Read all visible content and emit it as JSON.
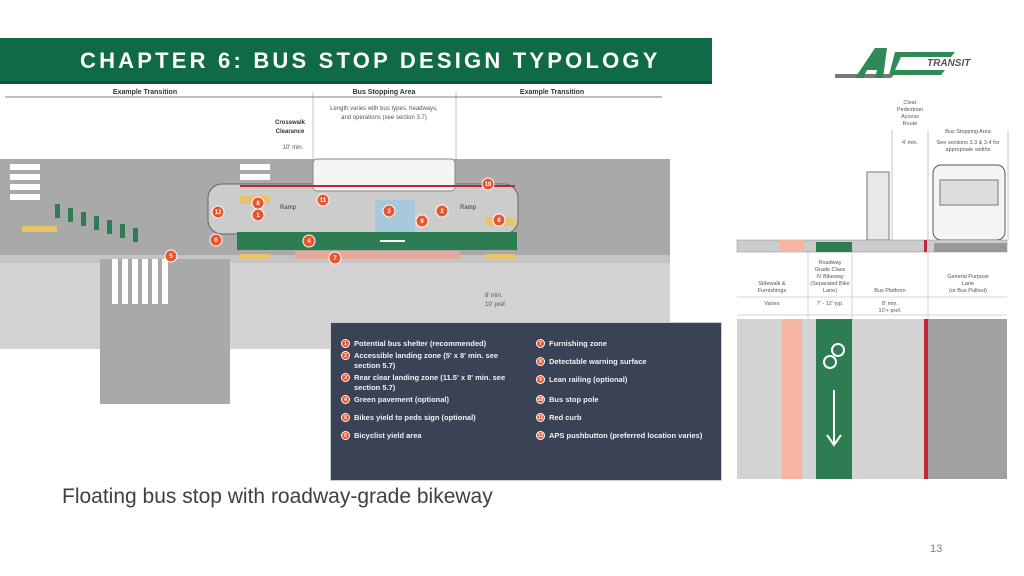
{
  "title": "CHAPTER 6: BUS STOP DESIGN TYPOLOGY",
  "logo_text": "TRANSIT",
  "logo_letters": "AC",
  "plan": {
    "example_transition_left": "Example Transition",
    "bus_stopping_area": "Bus Stopping Area",
    "example_transition_right": "Example Transition",
    "length_note_1": "Length varies with bus types, headways,",
    "length_note_2": "and operations (see section 3.7)",
    "crosswalk_1": "Crosswalk",
    "crosswalk_2": "Clearance",
    "crosswalk_dim": "10' min.",
    "ramp": "Ramp",
    "dim_min": "8' min.",
    "dim_pref": "10' pref."
  },
  "legend": {
    "left": [
      {
        "n": "1",
        "text": "Potential bus shelter (recommended)"
      },
      {
        "n": "2",
        "text": "Accessible landing zone (5' x 8' min. see section 5.7)"
      },
      {
        "n": "3",
        "text": "Rear clear landing zone (11.5' x 8' min. see section 5.7)"
      },
      {
        "n": "4",
        "text": "Green pavement (optional)"
      },
      {
        "n": "5",
        "text": "Bikes yield to peds sign (optional)"
      },
      {
        "n": "6",
        "text": "Bicyclist yield area"
      }
    ],
    "right": [
      {
        "n": "7",
        "text": "Furnishing zone"
      },
      {
        "n": "8",
        "text": "Detectable warning surface"
      },
      {
        "n": "9",
        "text": "Lean railing (optional)"
      },
      {
        "n": "10",
        "text": "Bus stop pole"
      },
      {
        "n": "11",
        "text": "Red curb"
      },
      {
        "n": "12",
        "text": "APS pushbutton (preferred location varies)"
      }
    ]
  },
  "section": {
    "clear_ped": [
      "Clear",
      "Pedestrian",
      "Access",
      "Route"
    ],
    "clear_ped_dim": "4' min.",
    "bus_area": "Bus Stopping Area",
    "bus_area_note": [
      "See sections 3.3 & 3.4 for",
      "appropriate widths"
    ],
    "zones": [
      {
        "label": [
          "Sidewalk &",
          "Furnishings"
        ],
        "dim": [
          "Varies"
        ]
      },
      {
        "label": [
          "Roadway",
          "Grade Class",
          "IV Bikeway",
          "(Separated Bike",
          "Lane)"
        ],
        "dim": [
          "7' - 12' typ."
        ]
      },
      {
        "label": [
          "Bus Platform"
        ],
        "dim": [
          "8' min.",
          "10'+ pref."
        ]
      },
      {
        "label": [
          "General Purpose",
          "Lane",
          "(or Bus Pullout)"
        ],
        "dim": [
          ""
        ]
      }
    ]
  },
  "caption": "Floating bus stop with roadway-grade bikeway",
  "page_number": "13",
  "colors": {
    "brand_green": "#0f6b45",
    "legend_bg": "#3a4256",
    "marker": "#e8552f",
    "bike_green": "#2e7d52",
    "red_curb": "#c0283a"
  }
}
